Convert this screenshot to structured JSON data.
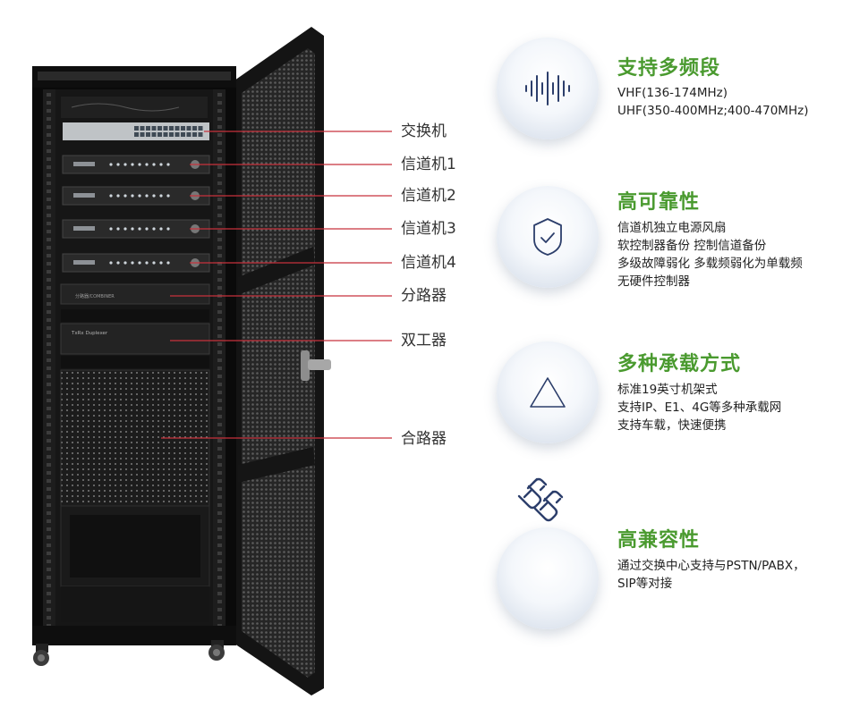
{
  "callouts": [
    {
      "label": "交换机"
    },
    {
      "label": "信道机1"
    },
    {
      "label": "信道机2"
    },
    {
      "label": "信道机3"
    },
    {
      "label": "信道机4"
    },
    {
      "label": "分路器"
    },
    {
      "label": "双工器"
    },
    {
      "label": "合路器"
    }
  ],
  "rack_panels": {
    "splitter_text": "分路器/COMBINER",
    "duplexer_text": "TxRx Duplexer"
  },
  "features": [
    {
      "title": "支持多频段",
      "icon": "waveform-icon",
      "lines": [
        "VHF(136-174MHz)",
        "UHF(350-400MHz;400-470MHz)"
      ]
    },
    {
      "title": "高可靠性",
      "icon": "shield-check-icon",
      "lines": [
        "信道机独立电源风扇",
        "软控制器备份  控制信道备份",
        "多级故障弱化  多载频弱化为单载频",
        "无硬件控制器"
      ]
    },
    {
      "title": "多种承载方式",
      "icon": "triangle-icon",
      "lines": [
        "标准19英寸机架式",
        "支持IP、E1、4G等多种承载网",
        "支持车载，快速便携"
      ]
    },
    {
      "title": "高兼容性",
      "icon": "plug-icon",
      "lines": [
        "通过交换中心支持与PSTN/PABX，",
        "SIP等对接"
      ]
    }
  ],
  "colors": {
    "accent": "#4a9a2f",
    "callout_line": "#c8323c",
    "icon_stroke": "#2c3e6b"
  }
}
